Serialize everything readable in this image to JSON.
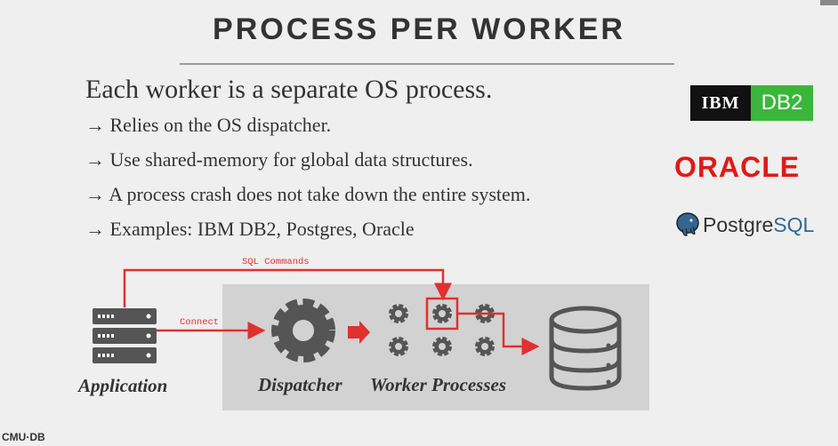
{
  "slide": {
    "title": "PROCESS PER WORKER",
    "heading": "Each worker is a separate OS process.",
    "bullets": [
      "→ Relies on the OS dispatcher.",
      "→ Use shared-memory for global data structures.",
      "→ A process crash does not take down the entire system.",
      "→ Examples: IBM DB2, Postgres, Oracle"
    ]
  },
  "logos": {
    "ibm": "IBM",
    "db2": "DB2",
    "oracle": "ORACLE",
    "postgres_a": "Postgre",
    "postgres_b": "SQL"
  },
  "diagram": {
    "application_label": "Application",
    "dispatcher_label": "Dispatcher",
    "workers_label": "Worker Processes",
    "sql_commands_label": "SQL Commands",
    "connect_label": "Connect"
  },
  "footer": "CMU·DB",
  "colors": {
    "accent": "#e03030",
    "icons": "#555555"
  }
}
